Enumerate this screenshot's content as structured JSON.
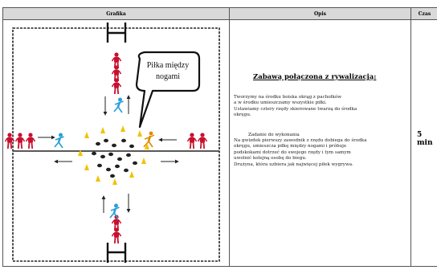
{
  "table": {
    "headers": {
      "graphic": "Grafika",
      "description": "Opis",
      "time": "Czas"
    }
  },
  "graphic": {
    "speech_bubble_line1": "Piłka między",
    "speech_bubble_line2": "nogami",
    "colors": {
      "team": "#c8102e",
      "runner": "#2a9fd8",
      "orange_player": "#e08a00",
      "cone": "#f2c200",
      "ball": "#222222"
    }
  },
  "description": {
    "title": "Zabawą połączona z rywalizacją:",
    "para1_line1": "Tworzymy na środku boiska okrąg z pachołków",
    "para1_line2": "a w  środku umieszczamy wszystkie piłki.",
    "para1_line3": "Ustawiamy cztery rzędy skierowane twarzą do środka",
    "para1_line4": "okręgu.",
    "task_heading": "Zadanie do wykonania",
    "para2_line1": "Na gwizdek pierwszy zawodnik z rzędu dobiega do środka",
    "para2_line2": "okręgu, umieszcza piłkę między nogami i próbuje",
    "para2_line3": "podskokami dotrzeć do swojego rzędy i tym samym",
    "para2_line4": "uwolnić kolejną osobę do biegu.",
    "para2_line5": "Drużyna, która uzbiera jak najwięcej piłek wygrywa."
  },
  "time": {
    "value": "5",
    "unit": "min"
  }
}
